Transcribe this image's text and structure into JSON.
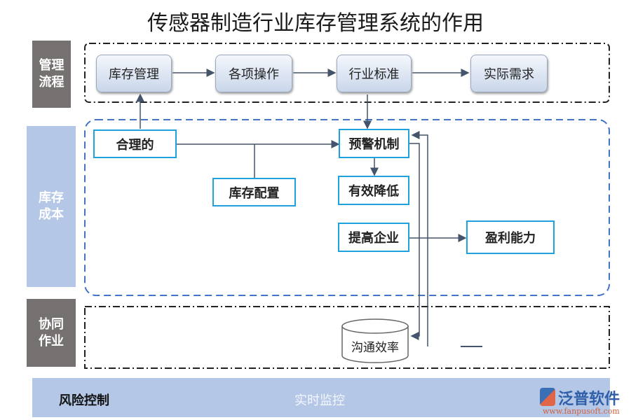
{
  "title": "传感器制造行业库存管理系统的作用",
  "sections": {
    "process": "管理流程",
    "cost": "库存成本",
    "collab": "协同作业"
  },
  "process_steps": [
    "库存管理",
    "各项操作",
    "行业标准",
    "实际需求"
  ],
  "cost_nodes": {
    "reasonable": "合理的",
    "config": "库存配置",
    "warning": "预警机制",
    "reduce": "有效降低",
    "improve": "提高企业",
    "profit": "盈利能力"
  },
  "collab_node": "沟通效率",
  "footer": {
    "risk": "风险控制",
    "monitor": "实时监控"
  },
  "logo": {
    "name": "泛普软件",
    "url": "www.fanpusoft.com"
  },
  "colors": {
    "side_gray": "#767171",
    "side_blue": "#b4c7e7",
    "box_border": "#1ea1dc",
    "dashed_blue": "#4472c4",
    "arrow": "#44546a"
  }
}
